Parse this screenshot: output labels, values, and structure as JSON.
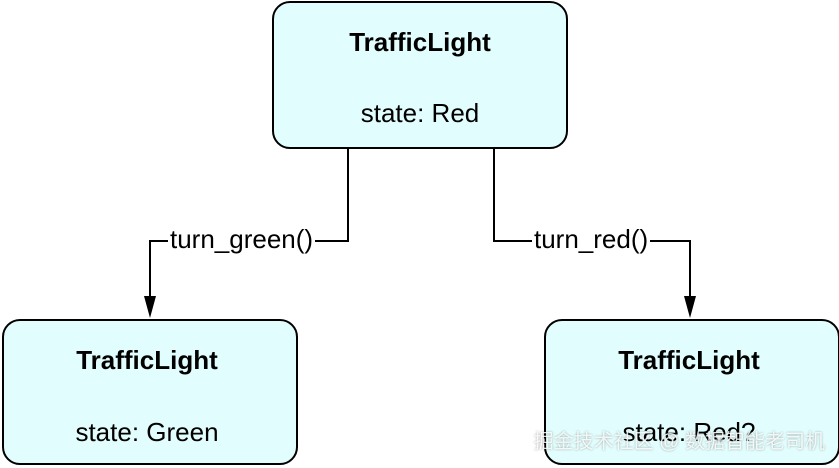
{
  "nodes": {
    "top": {
      "title": "TrafficLight",
      "state": "state: Red"
    },
    "left": {
      "title": "TrafficLight",
      "state": "state: Green"
    },
    "right": {
      "title": "TrafficLight",
      "state": "state: Red?"
    }
  },
  "edges": {
    "to_green": {
      "label": "turn_green()"
    },
    "to_red": {
      "label": "turn_red()"
    }
  },
  "watermark": "掘金技术社区 @ 数据智能老司机",
  "colors": {
    "node_fill": "#e2fdfd",
    "stroke": "#000000"
  }
}
